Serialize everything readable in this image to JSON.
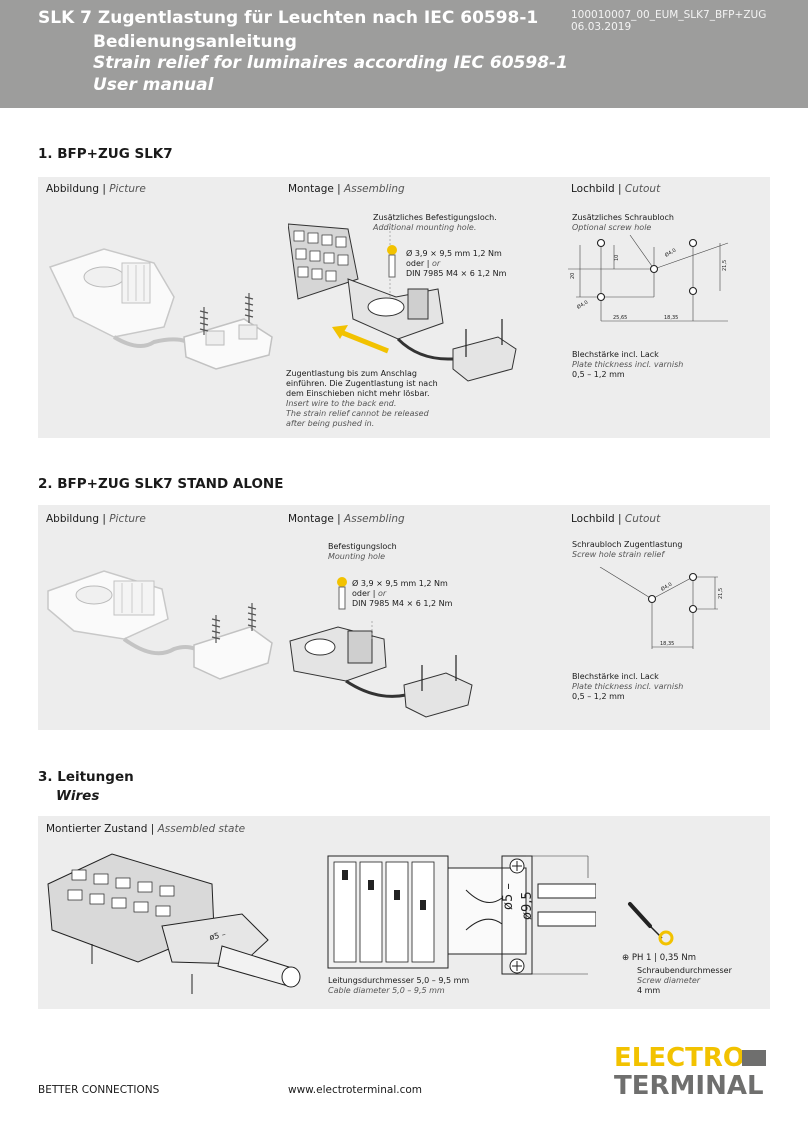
{
  "header": {
    "title_de": "SLK 7 Zugentlastung für Leuchten nach IEC 60598-1",
    "manual_de": "Bedienungsanleitung",
    "title_en": "Strain relief for luminaires according IEC 60598-1",
    "manual_en": "User manual",
    "doc_number": "100010007_00_EUM_SLK7_BFP+ZUG",
    "doc_date": "06.03.2019"
  },
  "section1": {
    "title": "1. BFP+ZUG SLK7",
    "col_picture_de": "Abbildung",
    "col_picture_en": "Picture",
    "col_assembling_de": "Montage",
    "col_assembling_en": "Assembling",
    "col_cutout_de": "Lochbild",
    "col_cutout_en": "Cutout",
    "hole_de": "Zusätzliches Befestigungsloch.",
    "hole_en": "Additional mounting hole.",
    "screw_spec": "Ø 3,9 × 9,5 mm 1,2 Nm",
    "or_de": "oder",
    "or_en": "or",
    "din_spec": "DIN 7985 M4 × 6 1,2 Nm",
    "note_de_1": "Zugentlastung bis zum Anschlag",
    "note_de_2": "einführen. Die Zugentlastung ist nach",
    "note_de_3": "dem Einschieben nicht mehr lösbar.",
    "note_en_1": "Insert wire to the back end.",
    "note_en_2": "The strain relief cannot be released",
    "note_en_3": "after being pushed in.",
    "cutout_hole_de": "Zusätzliches Schraubloch",
    "cutout_hole_en": "Optional screw hole",
    "plate_de": "Blechstärke incl. Lack",
    "plate_en": "Plate thickness incl. varnish",
    "plate_value": "0,5 – 1,2 mm",
    "dims": {
      "d1": "25,65",
      "d2": "18,35",
      "d3": "21,5",
      "d4": "20",
      "d5": "10",
      "dia1": "Ø4,0",
      "dia2": "Ø4,0"
    }
  },
  "section2": {
    "title": "2. BFP+ZUG SLK7 STAND ALONE",
    "col_picture_de": "Abbildung",
    "col_picture_en": "Picture",
    "col_assembling_de": "Montage",
    "col_assembling_en": "Assembling",
    "col_cutout_de": "Lochbild",
    "col_cutout_en": "Cutout",
    "hole_de": "Befestigungsloch",
    "hole_en": "Mounting hole",
    "screw_spec": "Ø 3,9 × 9,5 mm 1,2 Nm",
    "or_de": "oder",
    "or_en": "or",
    "din_spec": "DIN 7985 M4 × 6 1,2 Nm",
    "cutout_hole_de": "Schraubloch Zugentlastung",
    "cutout_hole_en": "Screw hole strain relief",
    "plate_de": "Blechstärke incl. Lack",
    "plate_en": "Plate thickness incl. varnish",
    "plate_value": "0,5 – 1,2 mm",
    "dims": {
      "d1": "18,35",
      "d2": "21,5",
      "dia1": "Ø4,0"
    }
  },
  "section3": {
    "title": "3. Leitungen",
    "subtitle": "Wires",
    "col_state_de": "Montierter Zustand",
    "col_state_en": "Assembled state",
    "cable_de": "Leitungsdurchmesser 5,0 – 9,5 mm",
    "cable_en": "Cable diameter 5,0 – 9,5 mm",
    "torque": "PH 1 | 0,35 Nm",
    "screw_dia_de": "Schraubendurchmesser",
    "screw_dia_en": "Screw diameter",
    "screw_dia_value": "4 mm",
    "label_a": "ø5 –",
    "label_b": "ø9,5"
  },
  "footer": {
    "tagline": "BETTER CONNECTIONS",
    "url": "www.electroterminal.com"
  },
  "logo": {
    "line1": "ELECTRO",
    "line2": "TERMINAL",
    "accent": "#f2c200",
    "grey": "#6f6f6e"
  }
}
